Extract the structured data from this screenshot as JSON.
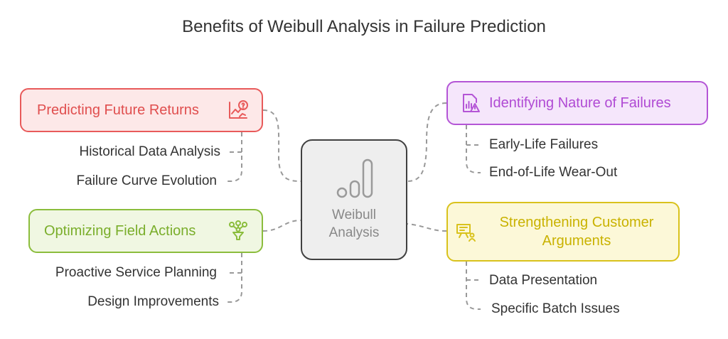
{
  "title": "Benefits of Weibull Analysis in Failure Prediction",
  "center": {
    "line1": "Weibull",
    "line2": "Analysis",
    "icon": "bar-chart-icon"
  },
  "branches": {
    "predicting": {
      "label": "Predicting Future Returns",
      "icon": "trend-question-icon",
      "color": "#e85a5a",
      "fill": "#fde8e8",
      "items": [
        "Historical Data Analysis",
        "Failure Curve Evolution"
      ]
    },
    "identifying": {
      "label": "Identifying Nature of Failures",
      "icon": "chart-warning-icon",
      "color": "#b455d6",
      "fill": "#f5e6fb",
      "items": [
        "Early-Life Failures",
        "End-of-Life Wear-Out"
      ]
    },
    "optimizing": {
      "label": "Optimizing Field Actions",
      "icon": "network-funnel-icon",
      "color": "#8bbd3c",
      "fill": "#f0f7e2",
      "items": [
        "Proactive Service Planning",
        "Design Improvements"
      ]
    },
    "strengthening": {
      "label_line1": "Strengthening Customer",
      "label_line2": "Arguments",
      "icon": "presentation-argument-icon",
      "color": "#d9c21c",
      "fill": "#fcf8d8",
      "items": [
        "Data Presentation",
        "Specific Batch Issues"
      ]
    }
  }
}
